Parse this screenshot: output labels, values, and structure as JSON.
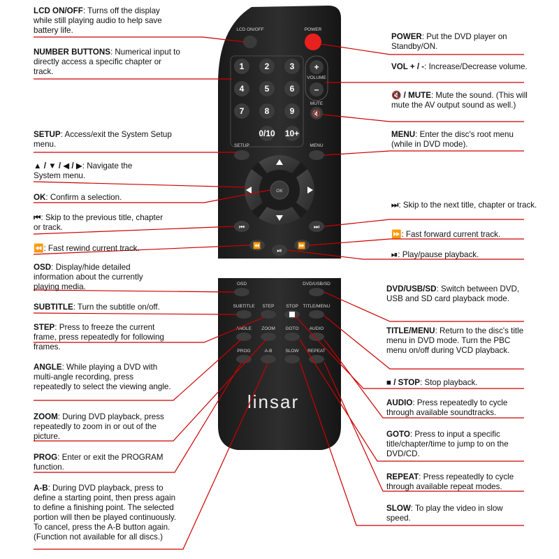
{
  "remote": {
    "brand": "linsar",
    "labels": {
      "lcd": "LCD ON/OFF",
      "power": "POWER",
      "volume": "VOLUME",
      "plus": "+",
      "minus": "–",
      "mute": "MUTE",
      "setup": "SETUP",
      "menu": "MENU",
      "ok": "OK",
      "osd": "OSD",
      "dvdusbsd": "DVD/USB/SD",
      "subtitle": "SUBTITLE",
      "step": "STEP",
      "stop": "STOP",
      "titlemenu": "TITLE/MENU",
      "angle": "ANGLE",
      "zoom": "ZOOM",
      "goto": "GOTO",
      "audio": "AUDIO",
      "prog": "PROG",
      "ab": "A-B",
      "slow": "SLOW",
      "repeat": "REPEAT"
    },
    "numbers": [
      "1",
      "2",
      "3",
      "4",
      "5",
      "6",
      "7",
      "8",
      "9",
      "0/10",
      "10+"
    ],
    "colors": {
      "body": "#232323",
      "button": "#3c3c3c",
      "power": "#e8201e",
      "line": "#cc0000"
    }
  },
  "descriptions": {
    "lcd": {
      "title": "LCD ON/OFF",
      "text": ": Turns off the display while still playing audio to help save battery life."
    },
    "numbers": {
      "title": "NUMBER BUTTONS",
      "text": ": Numerical input to directly access a specific chapter or track."
    },
    "setup": {
      "title": "SETUP",
      "text": ": Access/exit the System Setup menu."
    },
    "navigate": {
      "title": "▲ / ▼ / ◀ / ▶",
      "text": ": Navigate the System menu."
    },
    "ok": {
      "title": "OK",
      "text": ": Confirm a selection."
    },
    "prev": {
      "title": "⏮",
      "text": ": Skip to the previous title, chapter or track."
    },
    "rewind": {
      "title": "⏪",
      "text": ": Fast rewind current track."
    },
    "osd": {
      "title": "OSD",
      "text": ": Display/hide detailed information about the currently playing media."
    },
    "subtitle": {
      "title": "SUBTITLE",
      "text": ": Turn the subtitle on/off."
    },
    "step": {
      "title": "STEP",
      "text": ": Press to freeze the current frame, press repeatedly for following frames."
    },
    "angle": {
      "title": "ANGLE",
      "text": ": While playing a DVD with multi-angle recording, press repeatedly to select the viewing angle."
    },
    "zoom": {
      "title": "ZOOM",
      "text": ": During DVD playback, press repeatedly to zoom in or out of the picture."
    },
    "prog": {
      "title": "PROG",
      "text": ": Enter or exit the PROGRAM function."
    },
    "ab": {
      "title": "A-B",
      "text": ": During DVD playback, press to define a starting point, then press again to define a finishing point. The selected portion will then be played continuously. To cancel, press the A-B button again. (Function not available for all discs.)"
    },
    "power": {
      "title": "POWER",
      "text": ": Put the DVD player on Standby/ON."
    },
    "volume": {
      "title": "VOL + / -",
      "text": ": Increase/Decrease volume."
    },
    "mute": {
      "title": "🔇 / MUTE",
      "text": ": Mute the sound. (This will mute the AV output sound as well.)"
    },
    "menu": {
      "title": "MENU",
      "text": ": Enter the disc's root menu (while in DVD mode)."
    },
    "next": {
      "title": "⏭",
      "text": ": Skip to the next title, chapter or track."
    },
    "ffwd": {
      "title": "⏩",
      "text": ": Fast forward current track."
    },
    "playpause": {
      "title": "⏯",
      "text": ": Play/pause playback."
    },
    "dvdusbsd": {
      "title": "DVD/USB/SD",
      "text": ": Switch between DVD, USB and SD card playback mode."
    },
    "titlemenu": {
      "title": "TITLE/MENU",
      "text": ": Return to the disc's title menu in DVD mode. Turn the PBC menu on/off during VCD playback."
    },
    "stop": {
      "title": "■ / STOP",
      "text": ": Stop playback."
    },
    "audio": {
      "title": "AUDIO",
      "text": ": Press repeatedly to cycle through available soundtracks."
    },
    "goto": {
      "title": "GOTO",
      "text": ": Press to input a specific title/chapter/time to jump to on the DVD/CD."
    },
    "repeat": {
      "title": "REPEAT",
      "text": ": Press repeatedly to cycle through available repeat modes."
    },
    "slow": {
      "title": "SLOW",
      "text": ": To play the video in slow speed."
    }
  }
}
